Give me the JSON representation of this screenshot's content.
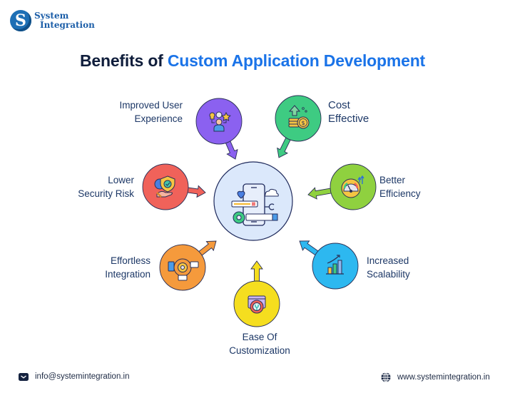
{
  "brand": {
    "logo_letter": "S",
    "name_line1": "System",
    "name_line2": "Integration"
  },
  "title": {
    "prefix": "Benefits of ",
    "highlight": "Custom Application Development",
    "color_dark": "#0f1d3b",
    "color_accent": "#1a73e8"
  },
  "center": {
    "icon": "mobile-app-development-icon",
    "fill": "#dbe8fb"
  },
  "benefits": [
    {
      "line1": "Improved User",
      "line2": "Experience",
      "icon": "user-ideas-icon",
      "color": "#8b61f0"
    },
    {
      "line1": "Cost",
      "line2": "Effective",
      "icon": "money-growth-icon",
      "color": "#3ecb82"
    },
    {
      "line1": "Lower",
      "line2": "Security Risk",
      "icon": "security-shield-icon",
      "color": "#f0625a"
    },
    {
      "line1": "Better",
      "line2": "Efficiency",
      "icon": "performance-gauge-icon",
      "color": "#8fd13f"
    },
    {
      "line1": "Effortless",
      "line2": "Integration",
      "icon": "integration-devices-icon",
      "color": "#f59a3c"
    },
    {
      "line1": "Increased",
      "line2": "Scalability",
      "icon": "growth-chart-icon",
      "color": "#2db8f0"
    },
    {
      "line1": "Ease Of",
      "line2": "Customization",
      "icon": "customization-settings-icon",
      "color": "#f5de1f"
    }
  ],
  "footer": {
    "email": "info@systemintegration.in",
    "website": "www.systemintegration.in"
  }
}
